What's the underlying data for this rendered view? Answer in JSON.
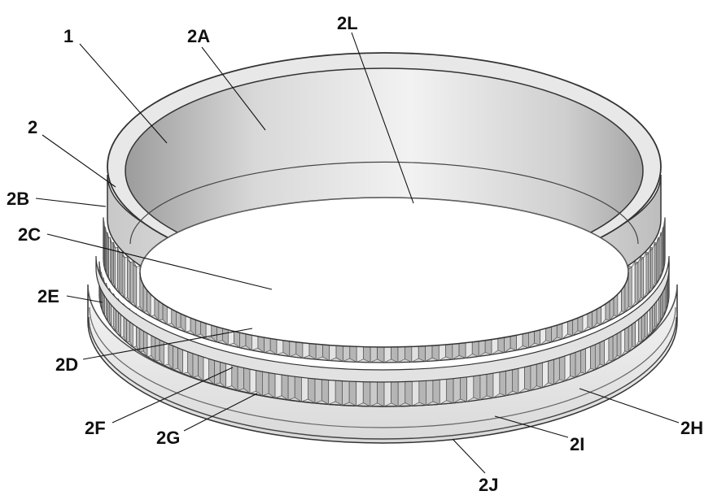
{
  "figure": {
    "labels": [
      {
        "id": "1",
        "text": "1"
      },
      {
        "id": "2",
        "text": "2"
      },
      {
        "id": "2A",
        "text": "2A"
      },
      {
        "id": "2L",
        "text": "2L"
      },
      {
        "id": "2B",
        "text": "2B"
      },
      {
        "id": "2C",
        "text": "2C"
      },
      {
        "id": "2E",
        "text": "2E"
      },
      {
        "id": "2D",
        "text": "2D"
      },
      {
        "id": "2F",
        "text": "2F"
      },
      {
        "id": "2G",
        "text": "2G"
      },
      {
        "id": "2H",
        "text": "2H"
      },
      {
        "id": "2I",
        "text": "2I"
      },
      {
        "id": "2J",
        "text": "2J"
      }
    ]
  },
  "colors": {
    "outline": "#333333",
    "ring_light": "#efefef",
    "ring_mid": "#d2d2d2",
    "ring_dark": "#9a9a9a",
    "tooth_light": "#f4f4f4",
    "tooth_dark": "#a8a8a8"
  }
}
